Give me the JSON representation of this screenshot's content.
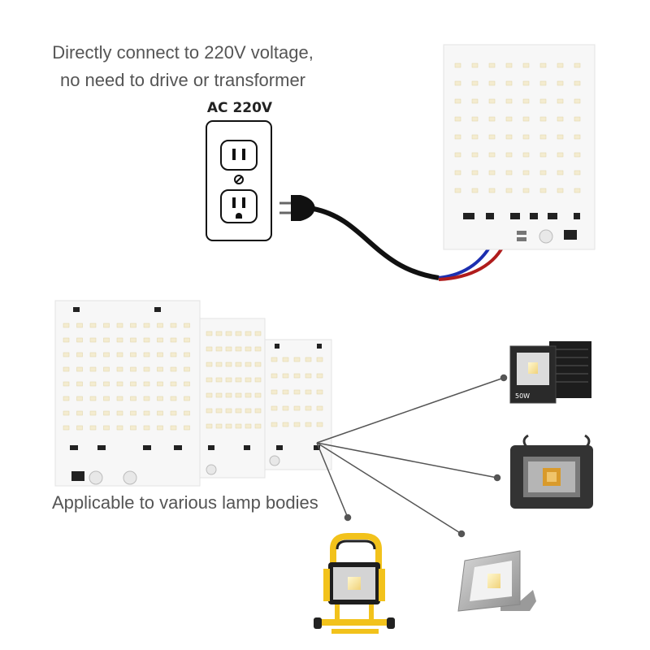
{
  "headline": {
    "line1": "Directly connect to 220V voltage,",
    "line2": "no need to drive or transformer"
  },
  "outlet": {
    "label": "AC 220V"
  },
  "applicable": {
    "label": "Applicable to various lamp bodies"
  },
  "lamps": {
    "small_floodlight_badge": "50W"
  },
  "colors": {
    "wire_black": "#111111",
    "wire_red": "#b01c1c",
    "wire_blue": "#1c2fb0",
    "led_chip": "#f4ecd0",
    "board": "#f7f7f7",
    "lamp_yellow": "#f2c21b"
  }
}
